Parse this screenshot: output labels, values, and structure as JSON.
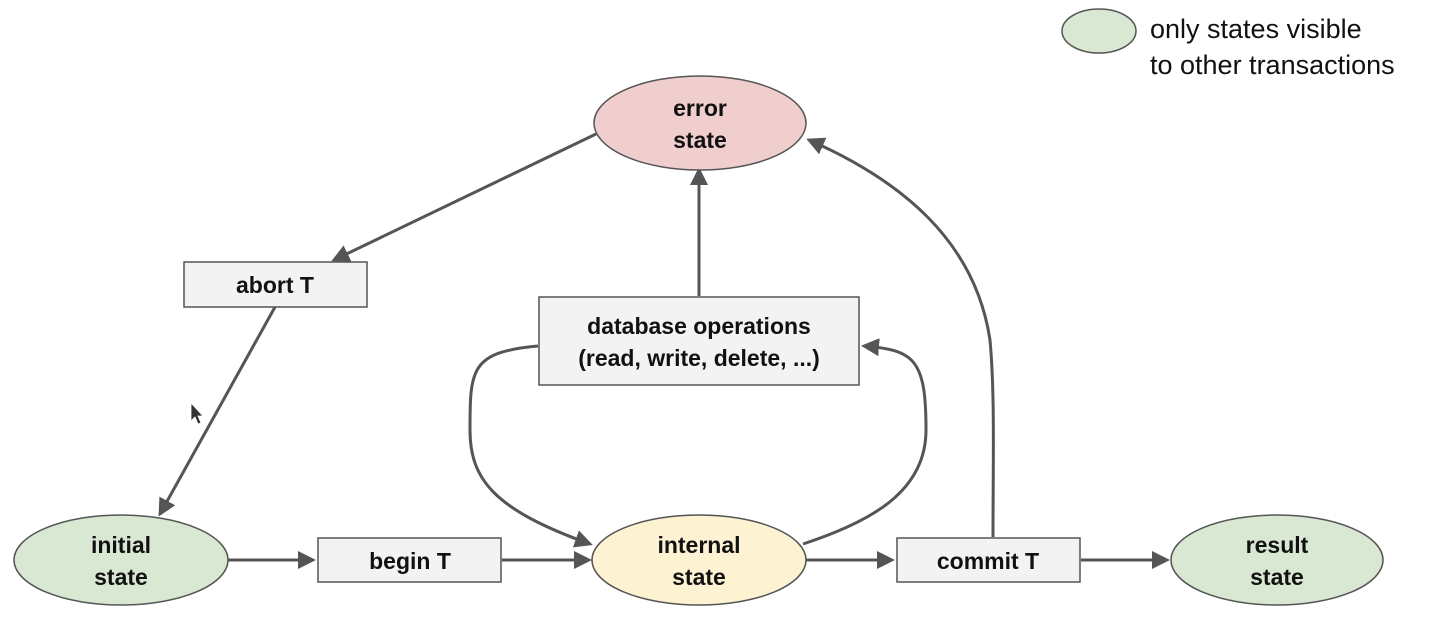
{
  "legend": {
    "line1": "only states visible",
    "line2": "to other transactions",
    "color": "#d9e8d3"
  },
  "states": {
    "error": {
      "line1": "error",
      "line2": "state",
      "color": "#f0cece"
    },
    "initial": {
      "line1": "initial",
      "line2": "state",
      "color": "#d9e8d3"
    },
    "internal": {
      "line1": "internal",
      "line2": "state",
      "color": "#fdf2d2"
    },
    "result": {
      "line1": "result",
      "line2": "state",
      "color": "#d9e8d3"
    }
  },
  "actions": {
    "abort": {
      "label": "abort T"
    },
    "begin": {
      "label": "begin T"
    },
    "commit": {
      "label": "commit T"
    },
    "database_operations": {
      "line1": "database operations",
      "line2": "(read, write, delete, ...)"
    }
  },
  "colors": {
    "box_fill": "#f3f3f3",
    "stroke": "#555555",
    "text": "#111111"
  }
}
